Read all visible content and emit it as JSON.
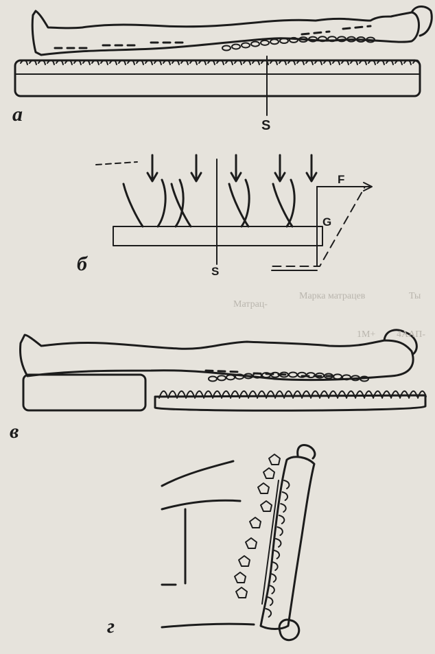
{
  "panels": {
    "a": {
      "label": "а",
      "axis_label": "S"
    },
    "b": {
      "label": "б",
      "axis_label": "S",
      "force_label": "F",
      "gravity_label": "G"
    },
    "v": {
      "label": "в"
    },
    "g": {
      "label": "г"
    }
  },
  "background_text": {
    "column_header_1": "Матрац-",
    "column_header_2": "Марка матрацев",
    "column_header_3": "Ты",
    "row_values": [
      "1М+",
      "4ААП-"
    ]
  },
  "colors": {
    "ink": "#1c1c1c",
    "paper": "#e6e3dc",
    "bleed": "#b9b5ad"
  }
}
